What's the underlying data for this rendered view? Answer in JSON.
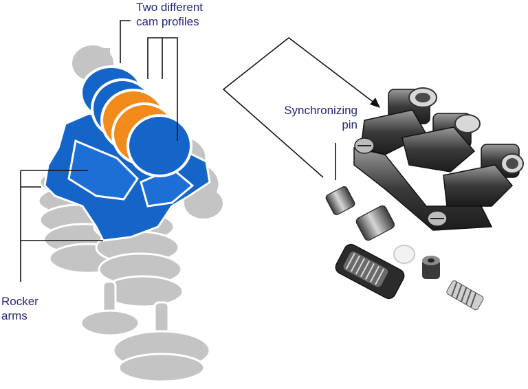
{
  "labels": {
    "cam_profiles": [
      "Two different",
      "cam profiles"
    ],
    "synchronizing_pin": [
      "Synchronizing",
      "pin"
    ],
    "rocker_arms": [
      "Rocker",
      "arms"
    ]
  },
  "colors": {
    "label_text": "#26267a",
    "rocker_arm_blue": "#1565c9",
    "cam_lobe_orange": "#f28a1c",
    "ghost_gray": "#bdbdbd",
    "leader_line": "#111111",
    "metal_dark": "#2b2b2b",
    "metal_light": "#9a9a9a"
  },
  "icons": [
    "camshaft-icon",
    "rocker-arm-assembly-icon",
    "valve-spring-icon",
    "synchronizing-pin-icon",
    "spring-icon"
  ]
}
